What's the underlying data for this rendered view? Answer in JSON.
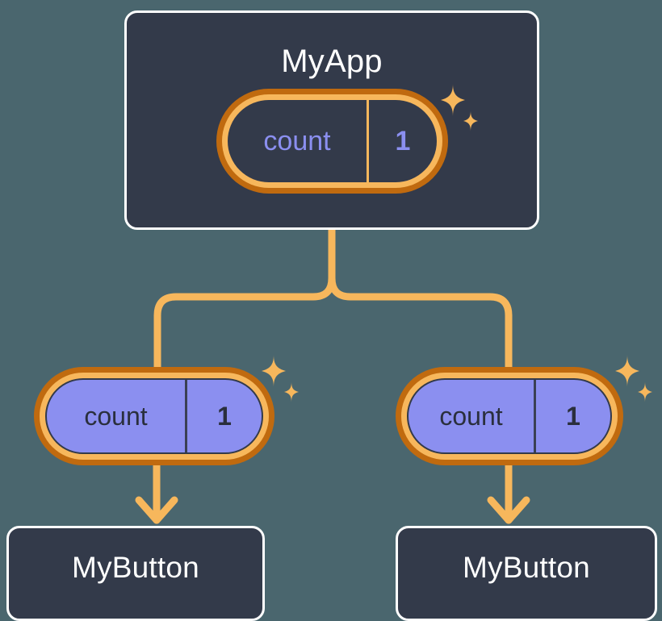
{
  "diagram": {
    "title": "MyApp state propagation tree",
    "background_color": "#4a666e",
    "accent_color": "#f7b75c",
    "accent_dark_color": "#c06a0f",
    "card_fill_color": "#333a4a",
    "card_border_color": "#ffffff",
    "state_fill_color": "#8b8ff0",
    "state_text_color": "#8b8ff0"
  },
  "root": {
    "card_label": "MyApp",
    "state": {
      "key": "count",
      "value": "1",
      "sparkle_large": "sparkle-icon",
      "sparkle_small": "sparkle-icon"
    }
  },
  "children": [
    {
      "state": {
        "key": "count",
        "value": "1",
        "sparkle_large": "sparkle-icon",
        "sparkle_small": "sparkle-icon"
      },
      "card_label": "MyButton"
    },
    {
      "state": {
        "key": "count",
        "value": "1",
        "sparkle_large": "sparkle-icon",
        "sparkle_small": "sparkle-icon"
      },
      "card_label": "MyButton"
    }
  ]
}
